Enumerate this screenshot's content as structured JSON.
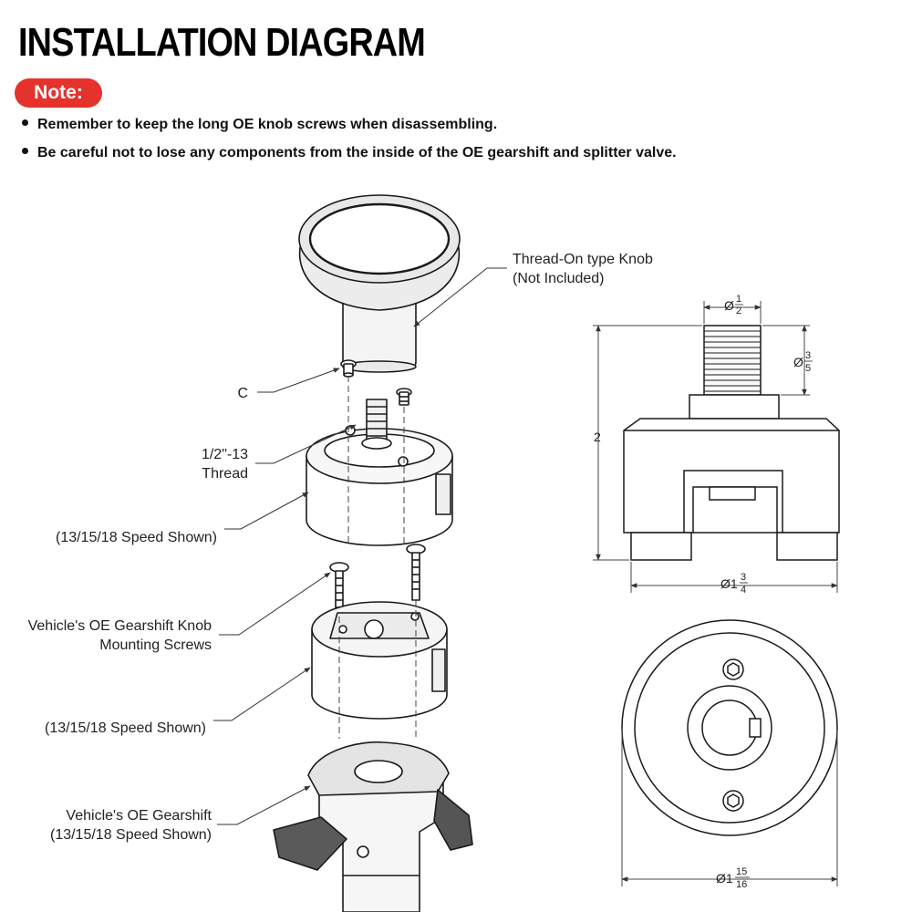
{
  "title": "INSTALLATION DIAGRAM",
  "note_label": "Note:",
  "notes": [
    "Remember to keep the long OE knob screws when disassembling.",
    "Be careful not to lose any components from the inside of the OE gearshift and splitter valve."
  ],
  "callouts": {
    "knob_l1": "Thread-On type Knob",
    "knob_l2": "(Not Included)",
    "c": "C",
    "thread_l1": "1/2\"-13",
    "thread_l2": "Thread",
    "speed1": "(13/15/18 Speed Shown)",
    "screws_l1": "Vehicle's OE Gearshift Knob",
    "screws_l2": "Mounting Screws",
    "speed2": "(13/15/18 Speed Shown)",
    "gear_l1": "Vehicle's OE Gearshift",
    "gear_l2": "(13/15/18 Speed Shown)"
  },
  "dimensions": {
    "top_prefix": "Ø",
    "top_num": "1",
    "top_den": "2",
    "side_prefix": "Ø",
    "side_num": "3",
    "side_den": "5",
    "height": "2",
    "base_prefix": "Ø1",
    "base_num": "3",
    "base_den": "4",
    "outer_prefix": "Ø1",
    "outer_num": "15",
    "outer_den": "16"
  }
}
